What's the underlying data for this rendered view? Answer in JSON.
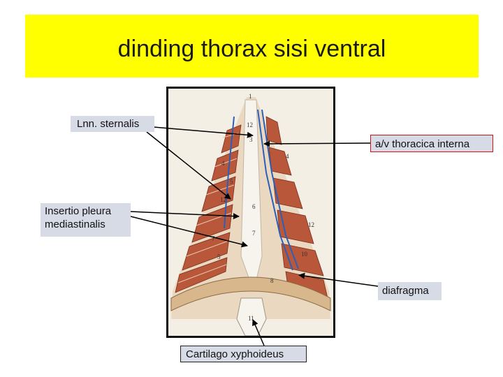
{
  "title": "dinding thorax sisi ventral",
  "labels": {
    "lnn_sternalis": "Lnn. sternalis",
    "thoracica_interna": "a/v thoracica interna",
    "insertio_line1": "Insertio pleura",
    "insertio_line2": "mediastinalis",
    "diafragma": "diafragma",
    "cartilago": "Cartilago xyphoideus"
  },
  "colors": {
    "title_background": "#ffff00",
    "label_background": "#d6dbe6",
    "muscle": "#b8573a",
    "artery": "#2b5fb8"
  },
  "plate_numbers": [
    "1",
    "12",
    "3",
    "4",
    "4",
    "5",
    "12",
    "6",
    "12",
    "7",
    "7",
    "5",
    "8",
    "10",
    "11"
  ]
}
